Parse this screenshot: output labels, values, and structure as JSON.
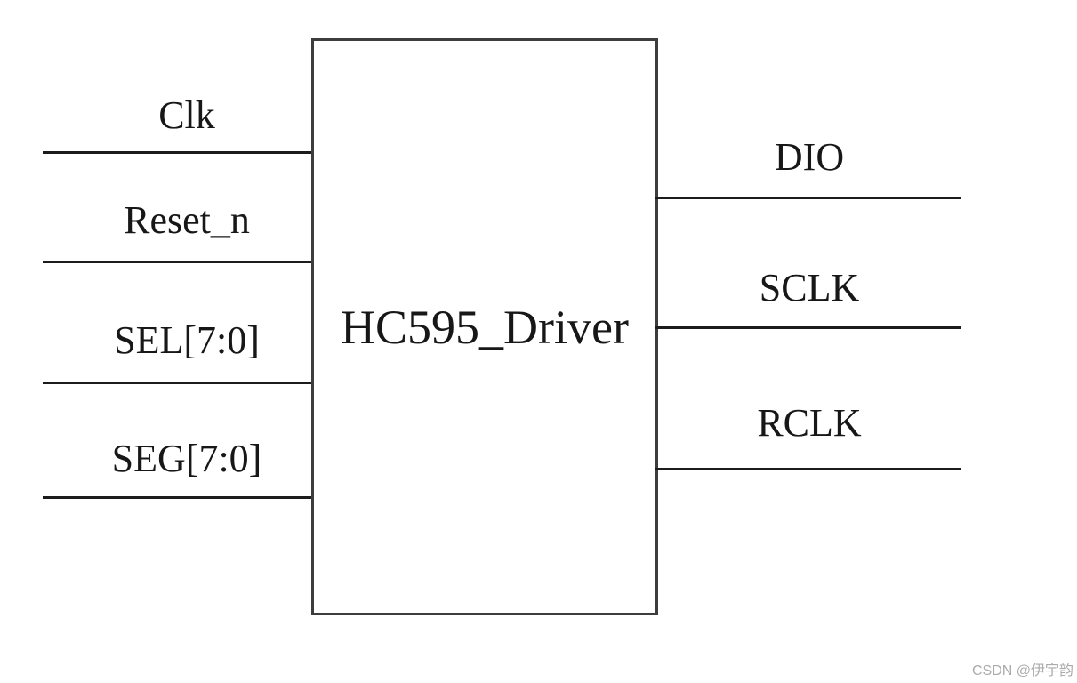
{
  "diagram": {
    "block": {
      "title": "HC595_Driver"
    },
    "inputs": [
      {
        "label": "Clk"
      },
      {
        "label": "Reset_n"
      },
      {
        "label": "SEL[7:0]"
      },
      {
        "label": "SEG[7:0]"
      }
    ],
    "outputs": [
      {
        "label": "DIO"
      },
      {
        "label": "SCLK"
      },
      {
        "label": "RCLK"
      }
    ]
  },
  "watermark": {
    "text": "CSDN @伊宇韵"
  },
  "colors": {
    "background": "#ffffff",
    "wire": "#1c1c1c",
    "block_border": "#3d3d3d",
    "text": "#171717",
    "watermark": "#ababab"
  }
}
